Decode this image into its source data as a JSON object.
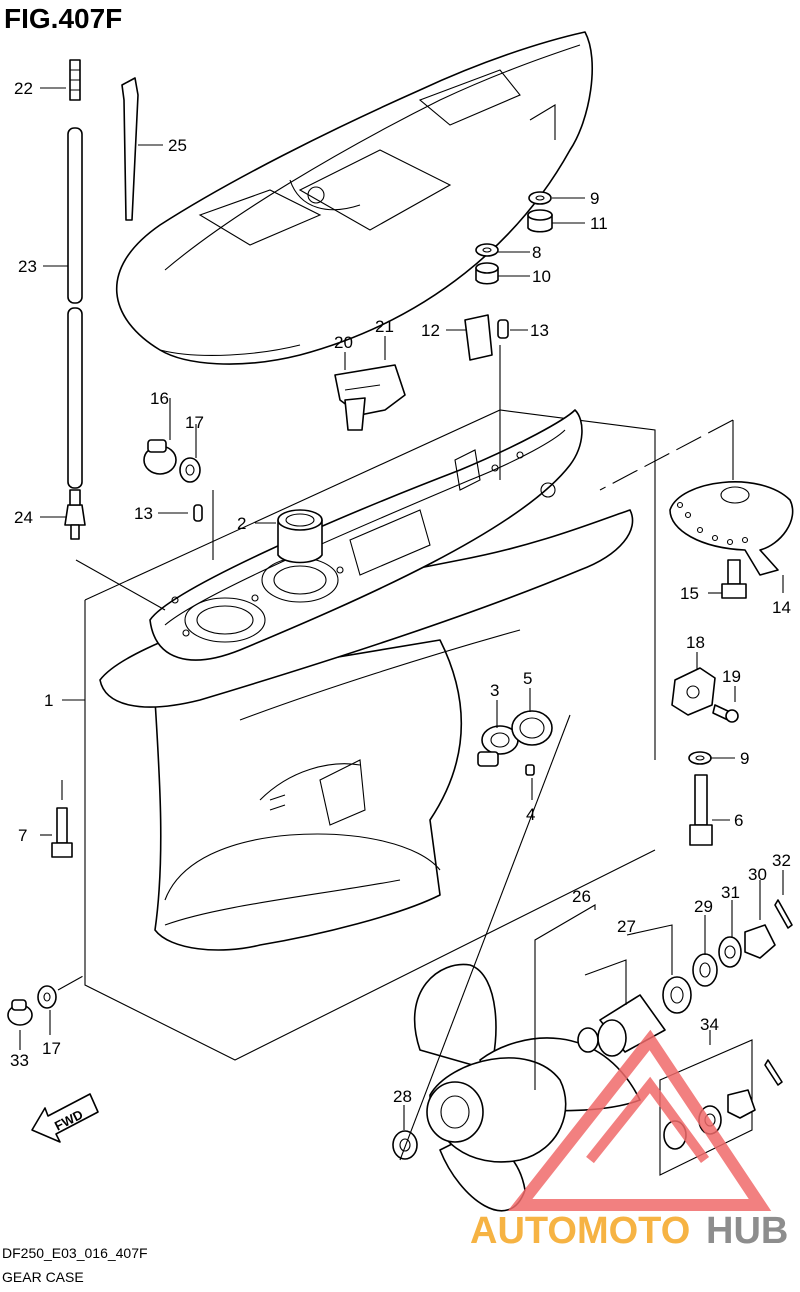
{
  "figure": {
    "title": "FIG.407F"
  },
  "callouts": [
    "1",
    "2",
    "3",
    "4",
    "5",
    "6",
    "7",
    "8",
    "9",
    "9",
    "10",
    "11",
    "12",
    "13",
    "13",
    "14",
    "15",
    "16",
    "17",
    "17",
    "18",
    "19",
    "20",
    "21",
    "22",
    "23",
    "24",
    "25",
    "26",
    "27",
    "28",
    "29",
    "30",
    "31",
    "32",
    "33",
    "34"
  ],
  "labels": {
    "p1": "1",
    "p2": "2",
    "p3": "3",
    "p4": "4",
    "p5": "5",
    "p6": "6",
    "p7": "7",
    "p8": "8",
    "p9a": "9",
    "p9b": "9",
    "p10": "10",
    "p11": "11",
    "p12": "12",
    "p13a": "13",
    "p13b": "13",
    "p14": "14",
    "p15": "15",
    "p16": "16",
    "p17a": "17",
    "p17b": "17",
    "p18": "18",
    "p19": "19",
    "p20": "20",
    "p21": "21",
    "p22": "22",
    "p23": "23",
    "p24": "24",
    "p25": "25",
    "p26": "26",
    "p27": "27",
    "p28": "28",
    "p29": "29",
    "p30": "30",
    "p31": "31",
    "p32": "32",
    "p33": "33",
    "p34": "34"
  },
  "fwd_label": "FWD",
  "footer": {
    "code": "DF250_E03_016_407F",
    "caption": "GEAR CASE"
  },
  "watermark": {
    "part1": "AUTOMOTO",
    "part2": "HUB",
    "color_main": "#f5a623",
    "color_hub": "#7a7a7a",
    "color_logo": "#f06a6a"
  }
}
